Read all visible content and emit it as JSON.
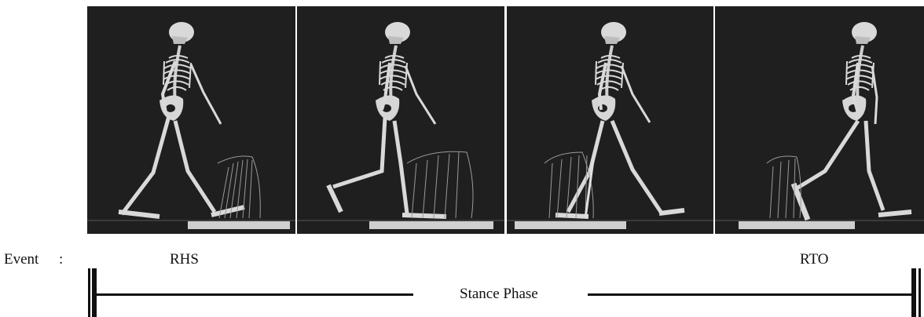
{
  "frames": [
    {
      "name": "frame-1"
    },
    {
      "name": "frame-2"
    },
    {
      "name": "frame-3"
    },
    {
      "name": "frame-4"
    }
  ],
  "events": {
    "label": "Event",
    "colon": ":",
    "start": "RHS",
    "end": "RTO"
  },
  "phase": {
    "label": "Stance Phase"
  },
  "colors": {
    "panel_bg": "#1f1f1f",
    "bone": "#d9d9d9",
    "force_plate": "#cfcfcf",
    "grf_lines": "#9a9a9a"
  }
}
